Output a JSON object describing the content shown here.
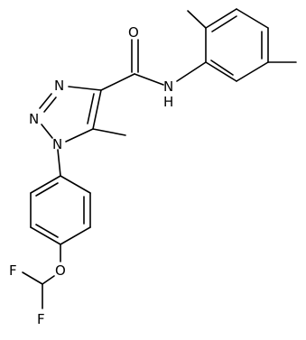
{
  "molecule": {
    "atoms": {
      "o_carbonyl": "O",
      "n_amide": "N",
      "h_amide": "H",
      "n_triazole_top": "N",
      "n_triazole_mid": "N",
      "n_triazole_bottom": "N",
      "o_ether": "O",
      "f_upper": "F",
      "f_lower": "F"
    },
    "colors": {
      "bond": "#000000",
      "text": "#000000",
      "background": "#ffffff"
    }
  }
}
